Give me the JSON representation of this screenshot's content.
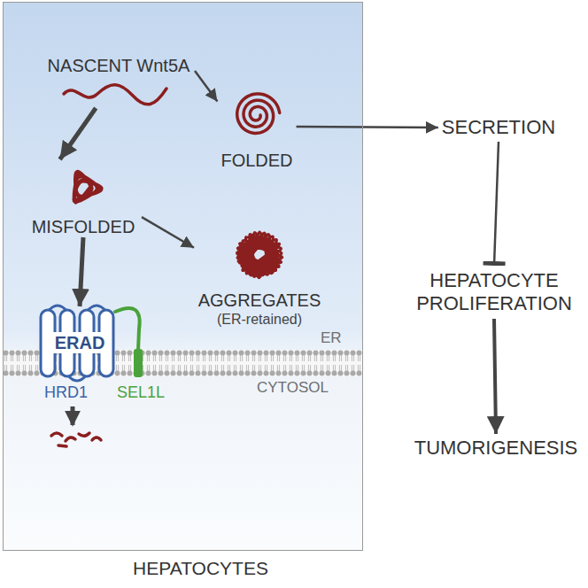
{
  "diagram": {
    "nodes": [
      {
        "text": [
          "HEPATOCYTES"
        ]
      },
      {
        "text": [
          "NASCENT Wnt5A"
        ],
        "in": 0
      },
      {
        "text": [
          "FOLDED"
        ],
        "in": 0
      },
      {
        "text": [
          "MISFOLDED"
        ],
        "in": 0
      },
      {
        "text": [
          "AGGREGATES",
          "(ER-retained)"
        ],
        "in": 0
      },
      {
        "text": [
          "ERAD"
        ],
        "in": 0
      },
      {
        "text": [
          "SECRETION"
        ]
      },
      {
        "text": [
          "HEPATOCYTE PROLIFERATION"
        ]
      },
      {
        "text": [
          "TUMORIGENESIS"
        ]
      }
    ],
    "edges": [
      {
        "from": 1,
        "to": 2,
        "arrow": "to"
      },
      {
        "from": 1,
        "to": 3,
        "arrow": "to"
      },
      {
        "from": 2,
        "to": 6,
        "arrow": "to"
      },
      {
        "from": 3,
        "to": 4,
        "arrow": "to"
      },
      {
        "from": 3,
        "to": 5,
        "arrow": "to"
      },
      {
        "from": 6,
        "to": 7,
        "arrow": "to"
      },
      {
        "from": 7,
        "to": 8,
        "arrow": "to"
      }
    ],
    "labels": [
      "ER",
      "CYTOSOL",
      "HRD1",
      "SEL1L"
    ]
  }
}
